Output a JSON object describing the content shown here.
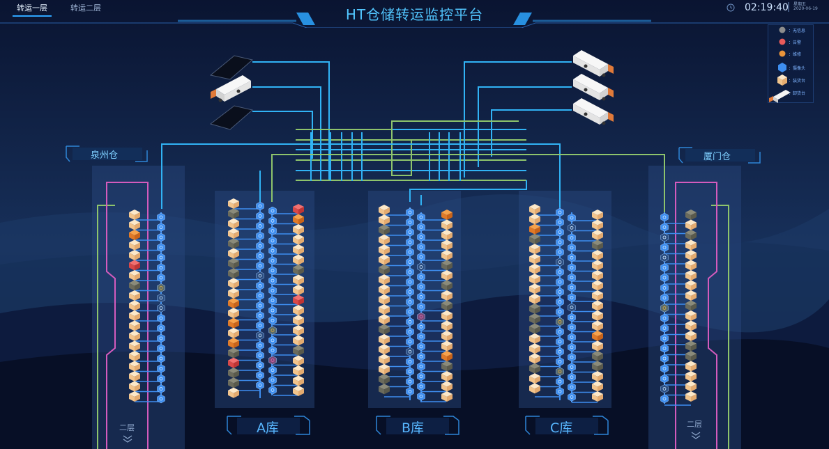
{
  "tabs": [
    {
      "label": "转运一层",
      "active": true
    },
    {
      "label": "转运二层",
      "active": false
    }
  ],
  "title": "HT仓储转运监控平台",
  "clock": {
    "time": "02:19:40",
    "weekday": "星期五",
    "date": "2020-06-19"
  },
  "legend": [
    {
      "icon": "gray-dot",
      "label": "：无信息",
      "color": "#8d8d8d"
    },
    {
      "icon": "red-dot",
      "label": "：告警",
      "color": "#e75a5a"
    },
    {
      "icon": "orange-dot",
      "label": "：维修",
      "color": "#e8933a"
    },
    {
      "icon": "camera-hexagon",
      "label": "：摄像头",
      "color": "#3e8ef0"
    },
    {
      "icon": "cube",
      "label": "：装货台",
      "color": "#f5d3a3"
    },
    {
      "icon": "truck",
      "label": "：卸货台",
      "color": "#f0f0f0"
    }
  ],
  "warehouses": {
    "left": "泉州仓",
    "right": "厦门仓"
  },
  "libraries": [
    "A库",
    "B库",
    "C库"
  ],
  "floor": {
    "label": "二层"
  },
  "colors": {
    "bg": "#0b1636",
    "cyan": "#31b3f5",
    "green": "#8ec46c",
    "pink": "#d45bbd"
  }
}
